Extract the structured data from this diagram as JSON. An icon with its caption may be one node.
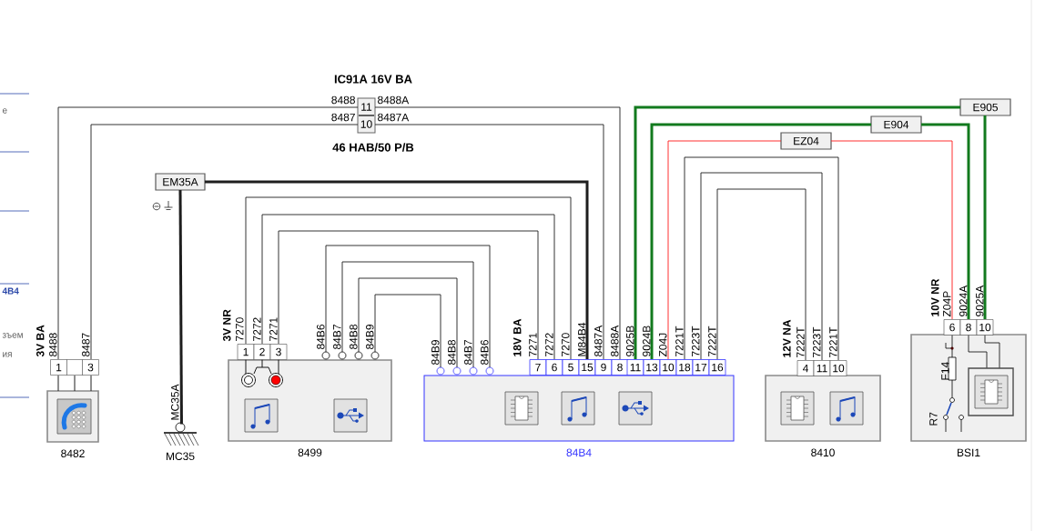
{
  "diagram": {
    "nodes": [
      {
        "text": [
          "8482"
        ]
      },
      {
        "text": [
          "MC35"
        ]
      },
      {
        "text": [
          "8499"
        ]
      },
      {
        "text": [
          "84B4"
        ]
      },
      {
        "text": [
          "8410"
        ]
      },
      {
        "text": [
          "BSI1"
        ]
      },
      {
        "text": [
          "11",
          "10"
        ]
      },
      {
        "text": [
          "EM35A"
        ]
      },
      {
        "text": [
          "EZ04"
        ]
      },
      {
        "text": [
          "E904"
        ]
      },
      {
        "text": [
          "E905"
        ]
      }
    ],
    "edges": [
      {
        "from": 0,
        "to": 6,
        "arrow": "none",
        "label": "8488"
      },
      {
        "from": 0,
        "to": 6,
        "arrow": "none",
        "label": "8487"
      },
      {
        "from": 6,
        "to": 3,
        "arrow": "none",
        "label": "8488A"
      },
      {
        "from": 6,
        "to": 3,
        "arrow": "none",
        "label": "8487A"
      },
      {
        "from": 7,
        "to": 3,
        "arrow": "none",
        "style": "thick"
      },
      {
        "from": 7,
        "to": 1,
        "arrow": "none",
        "style": "thick"
      },
      {
        "from": 2,
        "to": 3,
        "arrow": "none"
      },
      {
        "from": 2,
        "to": 3,
        "arrow": "none"
      },
      {
        "from": 2,
        "to": 3,
        "arrow": "none"
      },
      {
        "from": 2,
        "to": 3,
        "arrow": "none"
      },
      {
        "from": 2,
        "to": 3,
        "arrow": "none"
      },
      {
        "from": 2,
        "to": 3,
        "arrow": "none"
      },
      {
        "from": 2,
        "to": 3,
        "arrow": "none"
      },
      {
        "from": 3,
        "to": 10,
        "arrow": "none",
        "style": "thick",
        "color": "#127a1e"
      },
      {
        "from": 10,
        "to": 5,
        "arrow": "none",
        "style": "thick",
        "color": "#127a1e"
      },
      {
        "from": 3,
        "to": 9,
        "arrow": "none",
        "style": "thick",
        "color": "#127a1e"
      },
      {
        "from": 9,
        "to": 5,
        "arrow": "none",
        "style": "thick",
        "color": "#127a1e"
      },
      {
        "from": 3,
        "to": 8,
        "arrow": "none",
        "color": "#ff1a1a"
      },
      {
        "from": 8,
        "to": 5,
        "arrow": "none",
        "color": "#ff1a1a"
      },
      {
        "from": 3,
        "to": 4,
        "arrow": "none"
      },
      {
        "from": 3,
        "to": 4,
        "arrow": "none"
      },
      {
        "from": 3,
        "to": 4,
        "arrow": "none"
      }
    ],
    "labels": [
      "IC91A 16V BA",
      "46 HAB/50 P/B",
      "е",
      "4B4",
      "зъем",
      "ия",
      "3V BA",
      "8488",
      "8487",
      "1",
      "3",
      "MC35A",
      "3V NR",
      "7270",
      "7272",
      "7271",
      "1",
      "2",
      "3",
      "84B6",
      "84B7",
      "84B8",
      "84B9",
      "84B9",
      "84B8",
      "84B7",
      "84B6",
      "18V BA",
      "7271",
      "7272",
      "7270",
      "M84B4",
      "8487A",
      "8488A",
      "9025B",
      "9024B",
      "Z04J",
      "7221T",
      "7223T",
      "7222T",
      "7",
      "6",
      "5",
      "15",
      "9",
      "8",
      "11",
      "13",
      "10",
      "18",
      "17",
      "16",
      "12V NA",
      "7222T",
      "7223T",
      "7221T",
      "4",
      "11",
      "10",
      "10V NR",
      "Z04P",
      "9024A",
      "9025A",
      "6",
      "8",
      "10",
      "F14",
      "R7"
    ]
  }
}
